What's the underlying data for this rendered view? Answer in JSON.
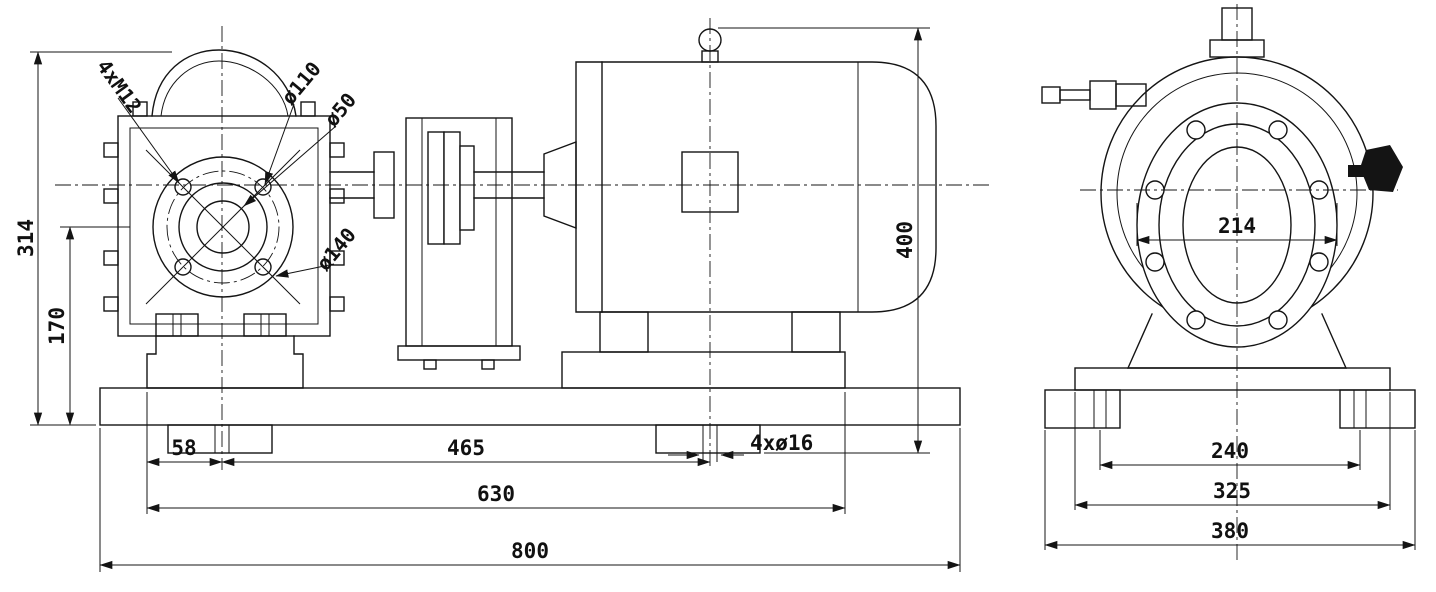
{
  "side_view": {
    "callouts": {
      "flange_bolts": "4xM12",
      "bolt_circle": "ø110",
      "port_bore": "ø50",
      "flange_od": "ø140"
    },
    "dims": {
      "total_height": "314",
      "port_center_height": "170",
      "motor_top_height": "400",
      "base_edge_to_pump_center": "58",
      "pump_center_to_anchor": "465",
      "anchor_span": "630",
      "base_length": "800",
      "anchor_holes": "4xø16"
    }
  },
  "end_view": {
    "dims": {
      "flange_width": "214",
      "anchor_hole_span": "240",
      "foot_span": "325",
      "base_width": "380"
    }
  }
}
